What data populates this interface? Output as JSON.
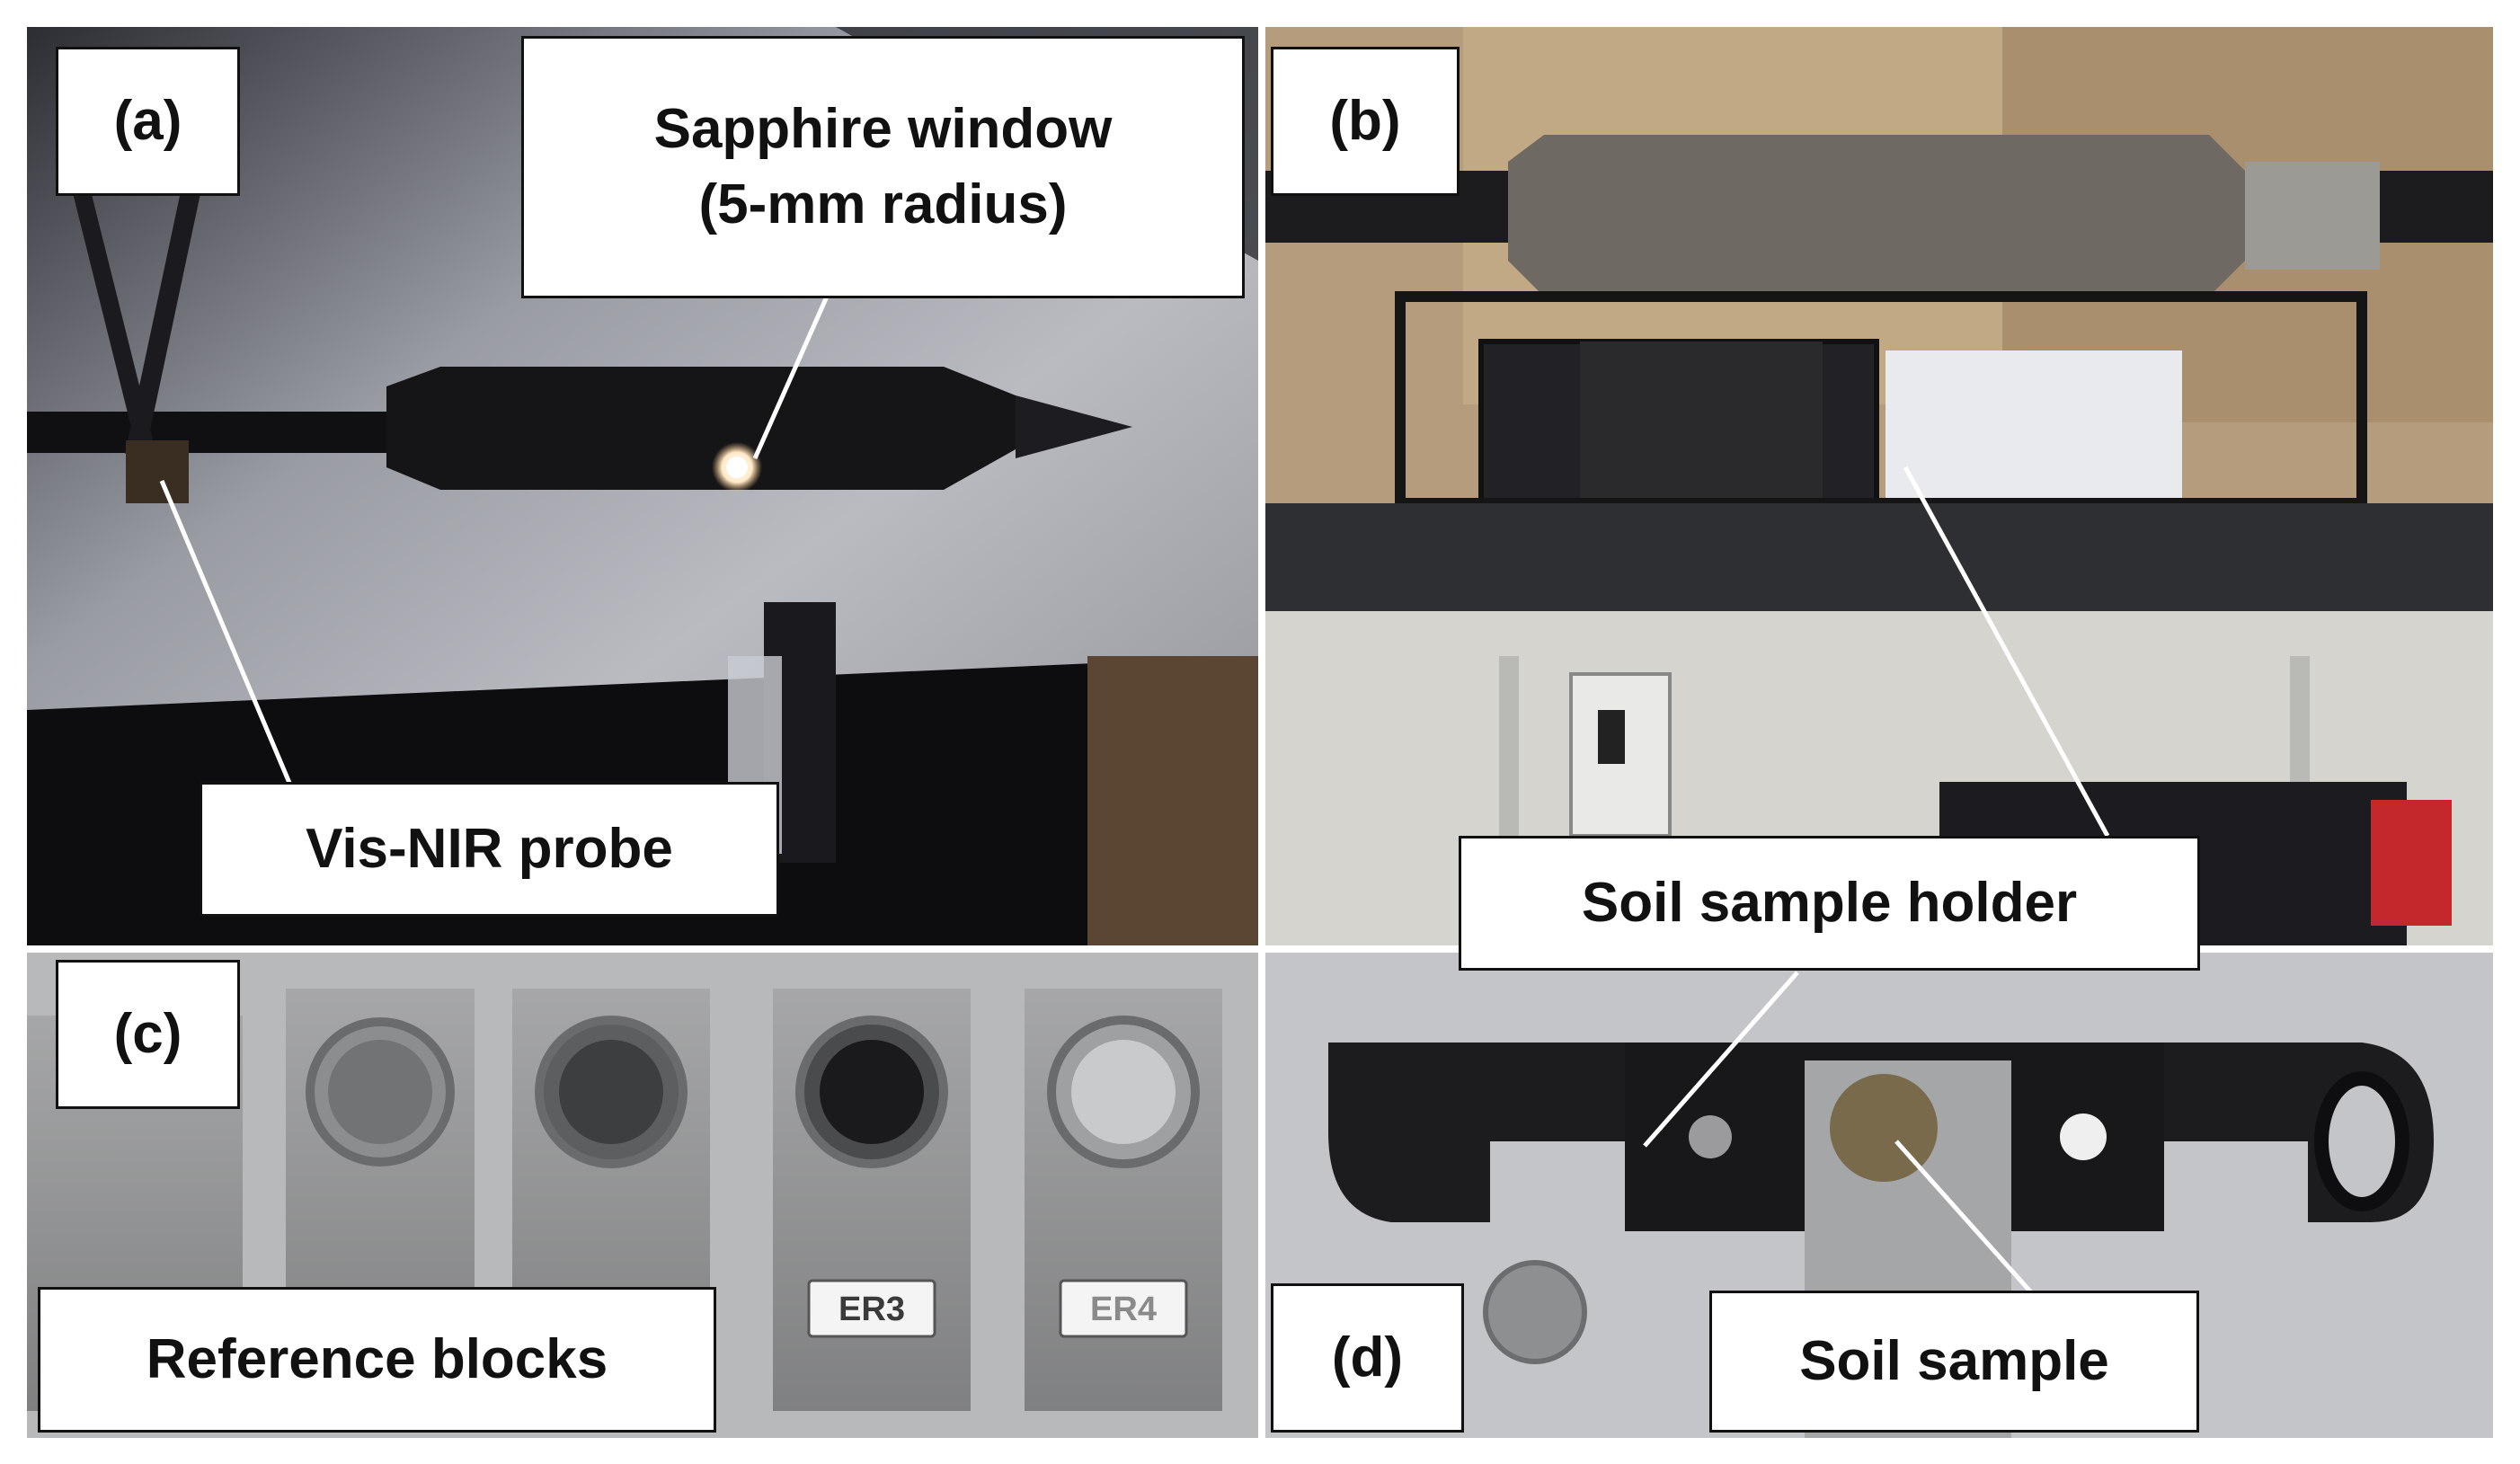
{
  "panels": {
    "a": {
      "letter": "(a)",
      "callout_top_line1": "Sapphire window",
      "callout_top_line2": "(5-mm radius)",
      "callout_bottom": "Vis-NIR probe"
    },
    "b": {
      "letter": "(b)",
      "callout": "Soil sample holder"
    },
    "c": {
      "letter": "(c)",
      "callout": "Reference blocks",
      "block_tags": [
        "ER3",
        "ER4"
      ]
    },
    "d": {
      "letter": "(d)",
      "callout": "Soil sample"
    }
  },
  "colors": {
    "label_border": "#111111",
    "label_fill": "#ffffff",
    "leader_line": "#ffffff"
  }
}
